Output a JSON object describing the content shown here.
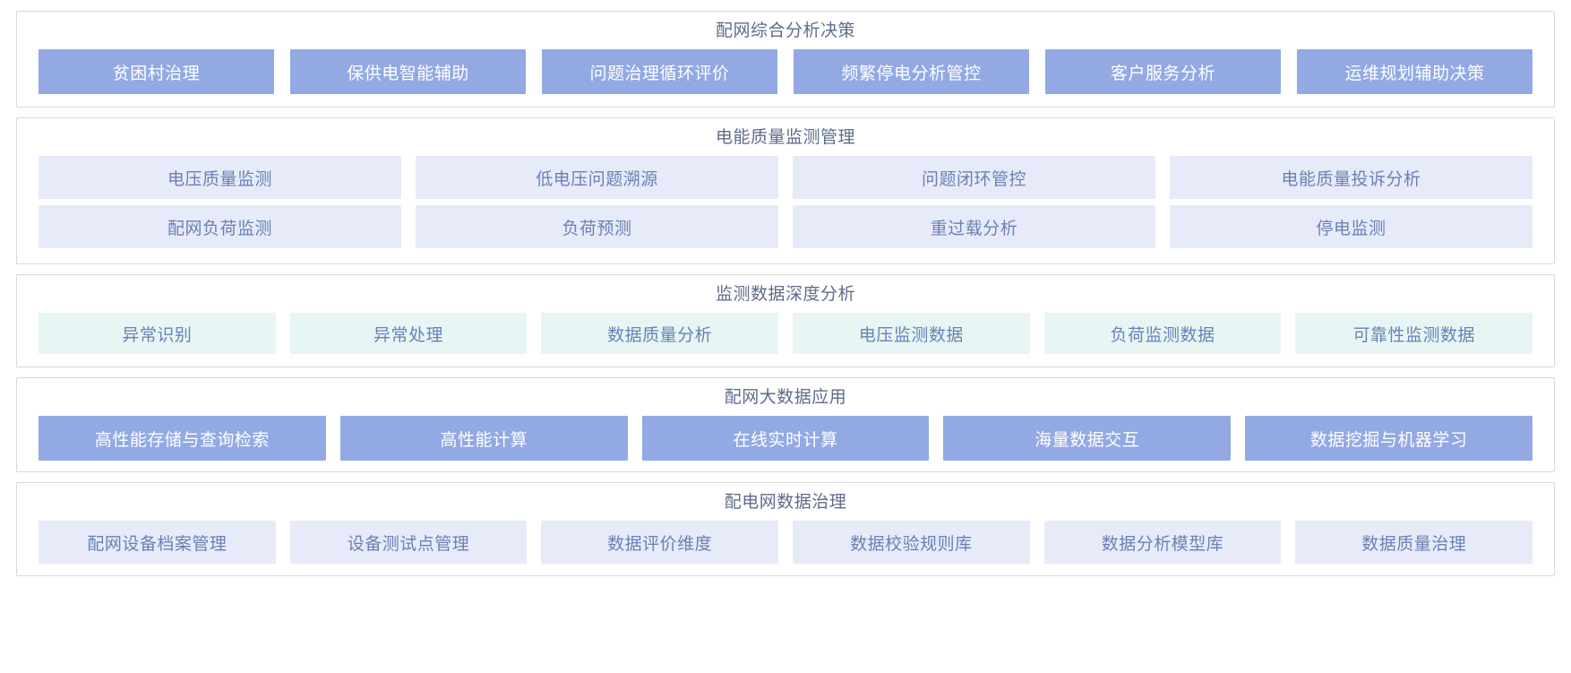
{
  "colors": {
    "panel_border": "#d9d9d9",
    "title_text": "#5e6c8a",
    "solid_bg": "#93a9e3",
    "solid_text": "#ffffff",
    "lavender_bg": "#e7eaf9",
    "mint_bg": "#e7f6f4",
    "pale_text": "#6a81b5",
    "page_bg": "#ffffff"
  },
  "panels": [
    {
      "title": "配网综合分析决策",
      "style": "solid",
      "rows": [
        [
          {
            "label": "贫困村治理"
          },
          {
            "label": "保供电智能辅助"
          },
          {
            "label": "问题治理循环评价"
          },
          {
            "label": "频繁停电分析管控"
          },
          {
            "label": "客户服务分析"
          },
          {
            "label": "运维规划辅助决策"
          }
        ]
      ]
    },
    {
      "title": "电能质量监测管理",
      "style": "lavender",
      "rows": [
        [
          {
            "label": "电压质量监测"
          },
          {
            "label": "低电压问题溯源"
          },
          {
            "label": "问题闭环管控"
          },
          {
            "label": "电能质量投诉分析"
          }
        ],
        [
          {
            "label": "配网负荷监测"
          },
          {
            "label": "负荷预测"
          },
          {
            "label": "重过载分析"
          },
          {
            "label": "停电监测"
          }
        ]
      ]
    },
    {
      "title": "监测数据深度分析",
      "style": "mint",
      "rows": [
        [
          {
            "label": "异常识别"
          },
          {
            "label": "异常处理"
          },
          {
            "label": "数据质量分析"
          },
          {
            "label": "电压监测数据"
          },
          {
            "label": "负荷监测数据"
          },
          {
            "label": "可靠性监测数据"
          }
        ]
      ]
    },
    {
      "title": "配网大数据应用",
      "style": "solid",
      "rows": [
        [
          {
            "label": "高性能存储与查询检索"
          },
          {
            "label": "高性能计算"
          },
          {
            "label": "在线实时计算"
          },
          {
            "label": "海量数据交互"
          },
          {
            "label": "数据挖掘与机器学习"
          }
        ]
      ]
    },
    {
      "title": "配电网数据治理",
      "style": "lavender",
      "rows": [
        [
          {
            "label": "配网设备档案管理"
          },
          {
            "label": "设备测试点管理"
          },
          {
            "label": "数据评价维度"
          },
          {
            "label": "数据校验规则库"
          },
          {
            "label": "数据分析模型库"
          },
          {
            "label": "数据质量治理"
          }
        ]
      ]
    }
  ]
}
